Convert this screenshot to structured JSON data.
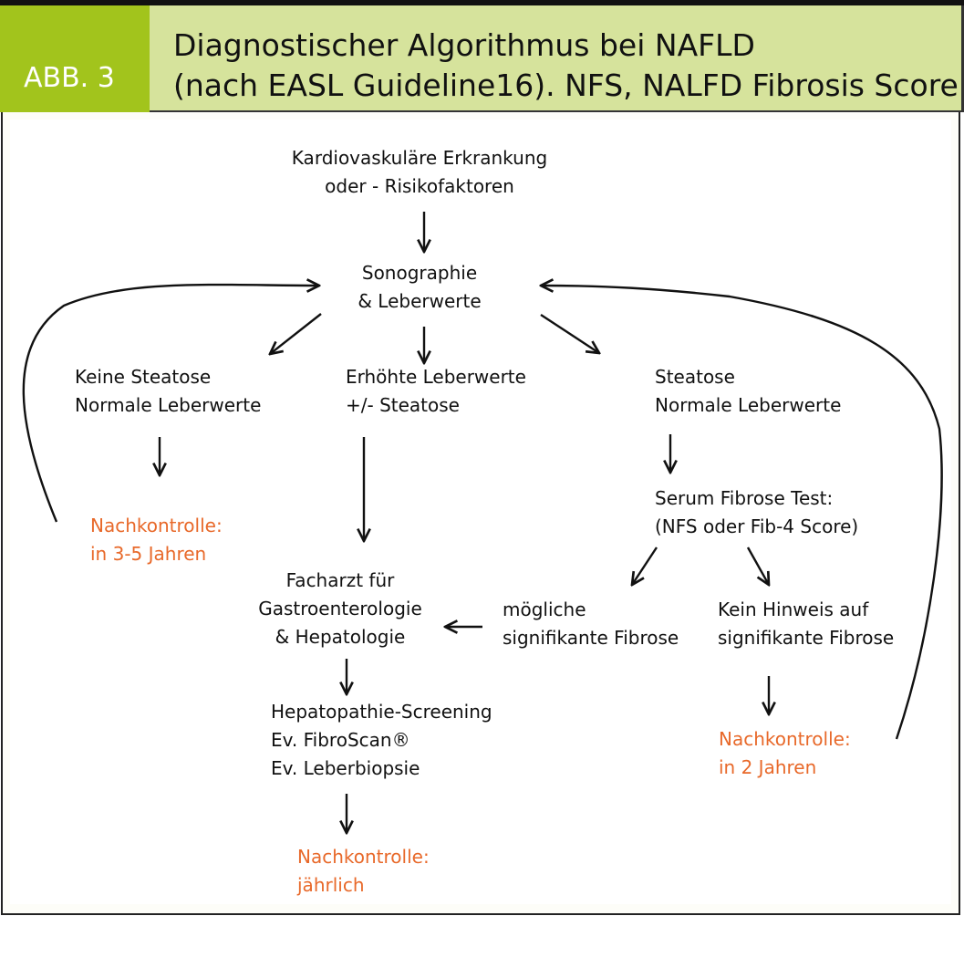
{
  "header": {
    "badge": "ABB. 3",
    "title_line1": "Diagnostischer Algorithmus bei NAFLD",
    "title_line2": "(nach EASL Guideline16). NFS, NALFD Fibrosis Score"
  },
  "colors": {
    "badge_bg": "#a2c41c",
    "title_bg": "#d6e39c",
    "followup_text": "#e8692a",
    "text": "#111111"
  },
  "nodes": {
    "start": [
      "Kardiovaskuläre Erkrankung",
      "oder - Risikofaktoren"
    ],
    "sono": [
      "Sonographie",
      "& Leberwerte"
    ],
    "no_steatosis": [
      "Keine Steatose",
      "Normale Leberwerte"
    ],
    "elevated": [
      "Erhöhte Leberwerte",
      "+/- Steatose"
    ],
    "steatosis": [
      "Steatose",
      "Normale Leberwerte"
    ],
    "followup_3_5": [
      "Nachkontrolle:",
      "in 3-5 Jahren"
    ],
    "serum_test": [
      "Serum Fibrose Test:",
      "(NFS oder Fib-4 Score)"
    ],
    "specialist": [
      "Facharzt für",
      "Gastroenterologie",
      "& Hepatologie"
    ],
    "possible_fibrosis": [
      "mögliche",
      "signifikante Fibrose"
    ],
    "no_fibrosis": [
      "Kein Hinweis auf",
      "signifikante Fibrose"
    ],
    "screening": [
      "Hepatopathie-Screening",
      "Ev. FibroScan®",
      "Ev. Leberbiopsie"
    ],
    "followup_2": [
      "Nachkontrolle:",
      "in 2 Jahren"
    ],
    "followup_yearly": [
      "Nachkontrolle:",
      "jährlich"
    ]
  },
  "edges": [
    {
      "from": "start",
      "to": "sono"
    },
    {
      "from": "sono",
      "to": "no_steatosis"
    },
    {
      "from": "sono",
      "to": "elevated"
    },
    {
      "from": "sono",
      "to": "steatosis"
    },
    {
      "from": "no_steatosis",
      "to": "followup_3_5"
    },
    {
      "from": "followup_3_5",
      "to": "sono",
      "style": "curved-loop"
    },
    {
      "from": "elevated",
      "to": "specialist"
    },
    {
      "from": "steatosis",
      "to": "serum_test"
    },
    {
      "from": "serum_test",
      "to": "possible_fibrosis"
    },
    {
      "from": "serum_test",
      "to": "no_fibrosis"
    },
    {
      "from": "possible_fibrosis",
      "to": "specialist"
    },
    {
      "from": "specialist",
      "to": "screening"
    },
    {
      "from": "screening",
      "to": "followup_yearly"
    },
    {
      "from": "no_fibrosis",
      "to": "followup_2"
    },
    {
      "from": "followup_2",
      "to": "sono",
      "style": "curved-loop"
    }
  ]
}
